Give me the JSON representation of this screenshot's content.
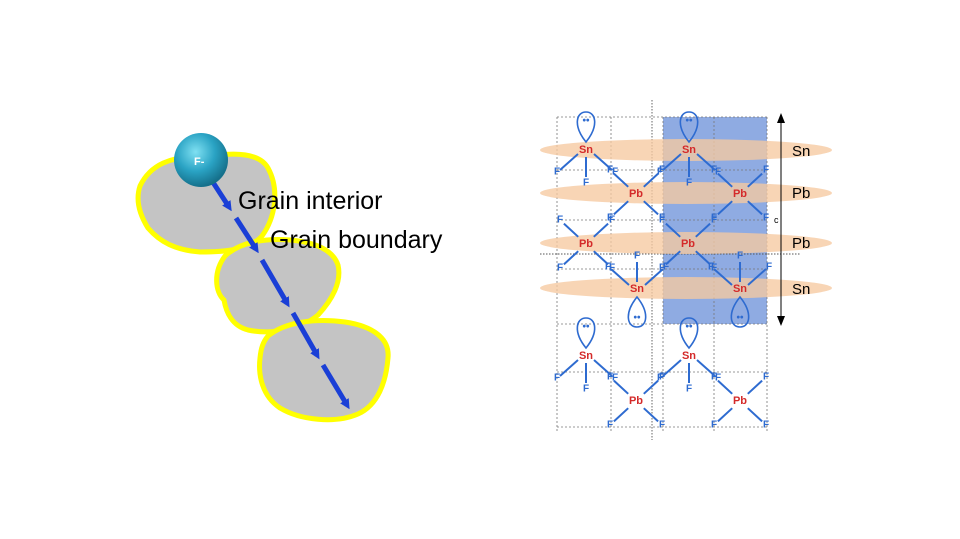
{
  "left_diagram": {
    "ion_label": "F-",
    "grain_interior_label": "Grain interior",
    "grain_boundary_label": "Grain boundary"
  },
  "lattice": {
    "layer_labels": [
      "Sn",
      "Pb",
      "Pb",
      "Sn"
    ],
    "axis_label": "c",
    "atoms": {
      "sn": "Sn",
      "pb": "Pb",
      "f": "F",
      "lone_pair": "••"
    }
  },
  "colors": {
    "grain_fill": "#c4c4c4",
    "grain_outline": "#ffff00",
    "arrow": "#1a3fd6",
    "ion": "#2aa3c4",
    "layer_band": "#f6c9a0",
    "unit_cell": "#4a78d0",
    "bond": "#2e6bd0",
    "metal": "#d42a2a"
  }
}
